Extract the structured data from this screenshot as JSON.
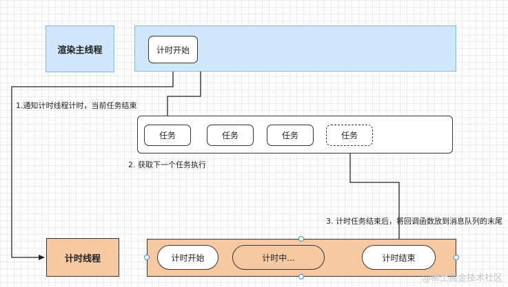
{
  "render_thread": {
    "label": "渲染主线程",
    "timer_start": "计时开始"
  },
  "task_queue": {
    "tasks": [
      "任务",
      "任务",
      "任务",
      "任务"
    ]
  },
  "timer_thread": {
    "label": "计时线程",
    "timer_start": "计时开始",
    "timer_running": "计时中...",
    "timer_end": "计时结束"
  },
  "notes": {
    "step1": "1.通知计时线程计时，当前任务结束",
    "step2": "2. 获取下一个任务执行",
    "step3": "3. 计时任务结束后，将回调函数放到消息队列的末尾"
  },
  "watermark": "@稀土掘金技术社区"
}
